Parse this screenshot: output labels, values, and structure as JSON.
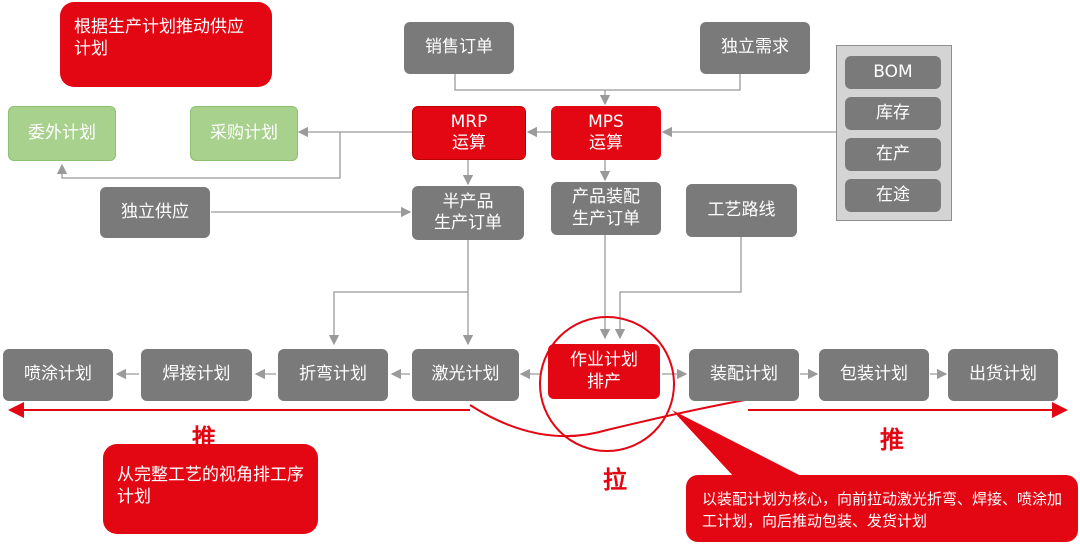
{
  "note_top": "根据生产计划推动供应计划",
  "note_left": "从完整工艺的视角排工序计划",
  "note_right": "以装配计划为核心，向前拉动激光折弯、焊接、喷涂加工计划，向后推动包装、发货计划",
  "push_left": "推",
  "push_right": "推",
  "pull": "拉",
  "nodes": {
    "sales_order": "销售订单",
    "indep_demand": "独立需求",
    "mrp": "MRP\n运算",
    "mps": "MPS\n运算",
    "outsource_plan": "委外计划",
    "purchase_plan": "采购计划",
    "indep_supply": "独立供应",
    "semi_order": "半产品\n生产订单",
    "assembly_order": "产品装配\n生产订单",
    "process_route": "工艺路线",
    "spray_plan": "喷涂计划",
    "weld_plan": "焊接计划",
    "bend_plan": "折弯计划",
    "laser_plan": "激光计划",
    "job_schedule": "作业计划\n排产",
    "assembly_plan": "装配计划",
    "pack_plan": "包装计划",
    "ship_plan": "出货计划"
  },
  "inventory_panel": {
    "bom": "BOM",
    "stock": "库存",
    "wip": "在产",
    "transit": "在途"
  }
}
